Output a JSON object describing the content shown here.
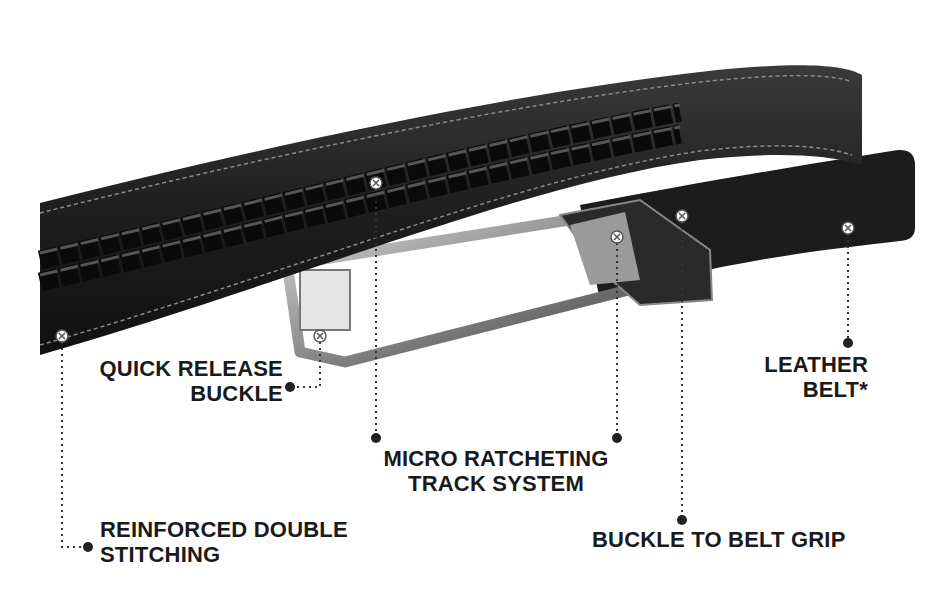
{
  "diagram": {
    "labels": [
      "QUICK RELEASE BUCKLE",
      "LEATHER BELT*",
      "MICRO RATCHETING TRACK SYSTEM",
      "REINFORCED DOUBLE STITCHING",
      "BUCKLE TO BELT GRIP"
    ]
  }
}
